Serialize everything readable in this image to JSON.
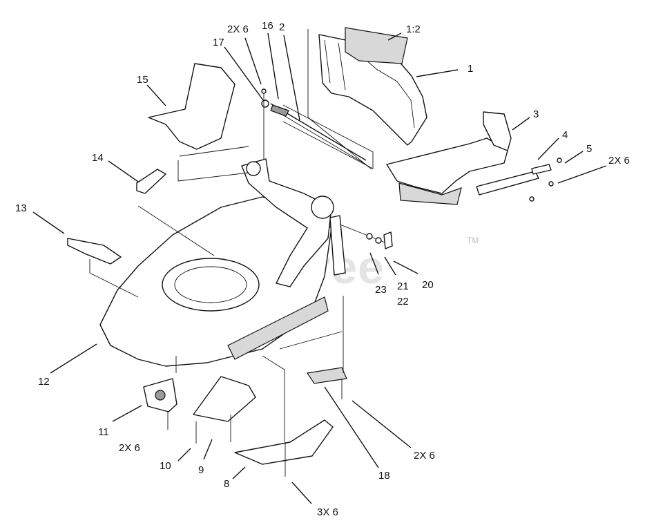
{
  "watermark": {
    "text": "PartsTree",
    "trademark": "TM"
  },
  "callouts": {
    "c1": "1",
    "c1_2": "1:2",
    "c2": "2",
    "c3": "3",
    "c4": "4",
    "c5": "5",
    "c8": "8",
    "c9": "9",
    "c10": "10",
    "c11": "11",
    "c12": "12",
    "c13": "13",
    "c14": "14",
    "c15": "15",
    "c16": "16",
    "c17": "17",
    "c18": "18",
    "c20": "20",
    "c21": "21",
    "c22": "22",
    "c23": "23",
    "q2x6_top": "2X 6",
    "q2x6_right": "2X 6",
    "q2x6_left": "2X 6",
    "q2x6_bottom": "2X 6",
    "q3x6": "3X 6"
  }
}
